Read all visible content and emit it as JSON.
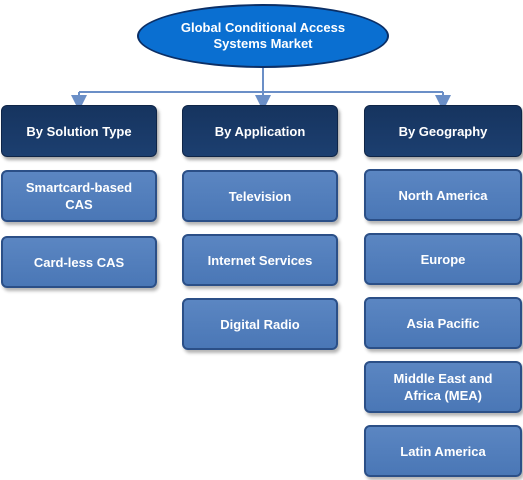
{
  "root": {
    "label": "Global Conditional Access Systems Market"
  },
  "branches": [
    {
      "label": "By Solution Type",
      "items": [
        "Smartcard-based CAS",
        "Card-less CAS"
      ]
    },
    {
      "label": "By Application",
      "items": [
        "Television",
        "Internet Services",
        "Digital Radio"
      ]
    },
    {
      "label": "By Geography",
      "items": [
        "North America",
        "Europe",
        "Asia Pacific",
        "Middle East and Africa (MEA)",
        "Latin America"
      ]
    }
  ],
  "colors": {
    "root_fill": "#0a6fd1",
    "head_fill": "#1c3f70",
    "leaf_fill": "#5b86c2",
    "connector": "#6b8fc7"
  }
}
